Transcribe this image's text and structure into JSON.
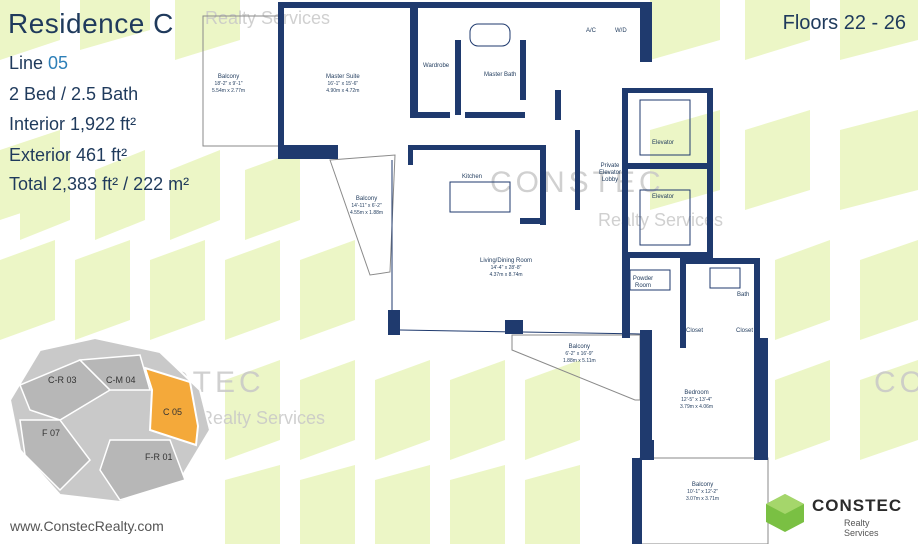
{
  "header": {
    "title": "Residence C",
    "floors": "Floors 22 - 26"
  },
  "unit_info": {
    "line_label": "Line ",
    "line_value": "05",
    "beds_baths": "2 Bed / 2.5 Bath",
    "interior_label": "Interior ",
    "interior_value": "1,922 ft²",
    "exterior_label": "Exterior ",
    "exterior_value": "461 ft²",
    "total_label": "Total ",
    "total_value": "2,383 ft² / 222 m²"
  },
  "watermarks": {
    "brand": "CONSTEC",
    "tag": "Realty Services"
  },
  "rooms": {
    "balcony_top": {
      "name": "Balcony",
      "dim1": "18'-2\" x 9'-1\"",
      "dim2": "5.54m x 2.77m"
    },
    "master_suite": {
      "name": "Master Suite",
      "dim1": "16'-1\" x 15'-6\"",
      "dim2": "4.90m x 4.72m"
    },
    "wardrobe": {
      "name": "Wardrobe"
    },
    "master_bath": {
      "name": "Master Bath"
    },
    "ac": {
      "name": "A/C"
    },
    "wd": {
      "name": "W/D"
    },
    "elevator_1": {
      "name": "Elevator"
    },
    "elevator_2": {
      "name": "Elevator"
    },
    "private_lobby": {
      "name": "Private Elevator Lobby"
    },
    "kitchen": {
      "name": "Kitchen"
    },
    "balcony_left": {
      "name": "Balcony",
      "dim1": "14'-11\" x 6'-2\"",
      "dim2": "4.55m x 1.88m"
    },
    "living_dining": {
      "name": "Living/Dining Room",
      "dim1": "14'-4\" x 28'-8\"",
      "dim2": "4.37m x 8.74m"
    },
    "powder_room": {
      "name": "Powder Room"
    },
    "bath": {
      "name": "Bath"
    },
    "closet_1": {
      "name": "Closet"
    },
    "closet_2": {
      "name": "Closet"
    },
    "balcony_mid": {
      "name": "Balcony",
      "dim1": "6'-2\" x 16'-9\"",
      "dim2": "1.88m x 5.11m"
    },
    "bedroom": {
      "name": "Bedroom",
      "dim1": "12'-5\" x 13'-4\"",
      "dim2": "3.79m x 4.06m"
    },
    "balcony_bottom": {
      "name": "Balcony",
      "dim1": "10'-1\" x 12'-2\"",
      "dim2": "3.07m x 3.71m"
    }
  },
  "key_plan": {
    "labels": [
      "C-R 03",
      "C-M 04",
      "C 05",
      "F 07",
      "F-R 01"
    ],
    "highlight_color": "#f4a93a"
  },
  "footer": {
    "website": "www.ConstecRealty.com",
    "logo_text": "CONSTEC",
    "logo_sub": "Realty Services"
  },
  "colors": {
    "wall": "#1f3a6e",
    "text": "#1f3a5c",
    "accent_green": "#e4f3b4",
    "logo_green": "#7ac043"
  }
}
